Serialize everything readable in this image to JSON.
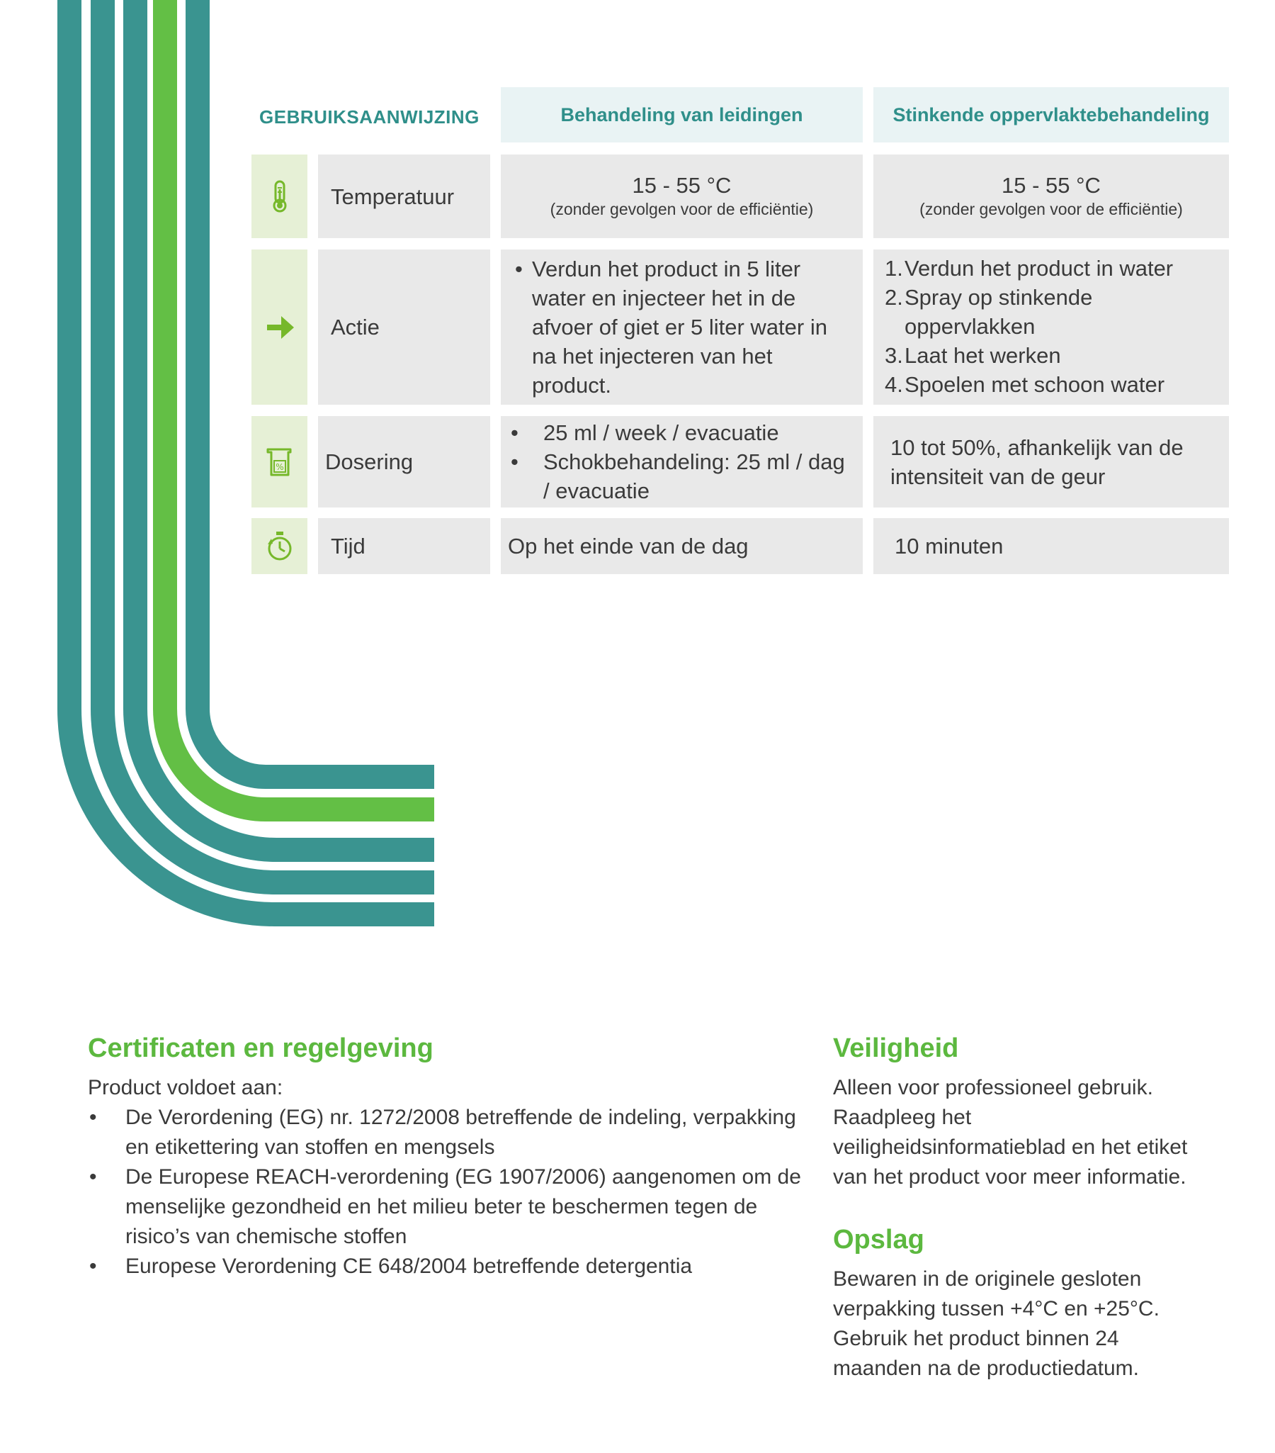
{
  "colors": {
    "teal": "#3a9490",
    "green": "#63bf45",
    "icon_green": "#76b82a",
    "header_bg": "#e9f3f4",
    "cell_bg": "#e9e9e9",
    "icon_bg": "#e6f0d6"
  },
  "table": {
    "title": "GEBRUIKSAANWIJZING",
    "columns": [
      "Behandeling van leidingen",
      "Stinkende oppervlaktebehandeling"
    ],
    "rows": {
      "temperature": {
        "icon": "thermometer-icon",
        "label": "Temperatuur",
        "col1": {
          "main": "15 - 55 °C",
          "sub": "(zonder gevolgen voor de efficiëntie)"
        },
        "col2": {
          "main": "15 - 55 °C",
          "sub": "(zonder gevolgen voor de efficiëntie)"
        }
      },
      "action": {
        "icon": "arrow-right-icon",
        "label": "Actie",
        "col1": "Verdun het product in 5 liter water en injecteer het in de afvoer of giet er 5 liter water in na het injecteren van het product.",
        "col2_steps": [
          {
            "n": "1.",
            "text": "Verdun het product in water"
          },
          {
            "n": "2.",
            "text": "Spray op stinkende oppervlakken"
          },
          {
            "n": "3.",
            "text": "Laat het werken"
          },
          {
            "n": "4.",
            "text": "Spoelen met schoon water"
          }
        ]
      },
      "dosage": {
        "icon": "beaker-percent-icon",
        "label": "Dosering",
        "col1": [
          "25 ml / week / evacuatie",
          "Schokbehandeling: 25 ml / dag / evacuatie"
        ],
        "col2": "10 tot 50%, afhankelijk van de intensiteit van de geur"
      },
      "time": {
        "icon": "stopwatch-icon",
        "label": "Tijd",
        "col1": "Op het einde van de dag",
        "col2": "10 minuten"
      }
    }
  },
  "certificates": {
    "title": "Certificaten en regelgeving",
    "intro": "Product voldoet aan:",
    "items": [
      "De Verordening (EG) nr. 1272/2008 betreffende de indeling, verpakking en etikettering van stoffen en mengsels",
      "De Europese REACH-verordening (EG 1907/2006) aangenomen om de menselijke gezondheid en het milieu beter te beschermen tegen de risico’s van chemische stoffen",
      "Europese Verordening CE 648/2004 betreffende detergentia"
    ]
  },
  "safety": {
    "title": "Veiligheid",
    "text": "Alleen voor professioneel gebruik. Raadpleeg het veiligheidsinformatieblad en het etiket van het product voor meer informatie."
  },
  "storage": {
    "title": "Opslag",
    "text": "Bewaren in de originele gesloten verpakking tussen +4°C en +25°C. Gebruik het product binnen 24 maanden na de productiedatum."
  }
}
